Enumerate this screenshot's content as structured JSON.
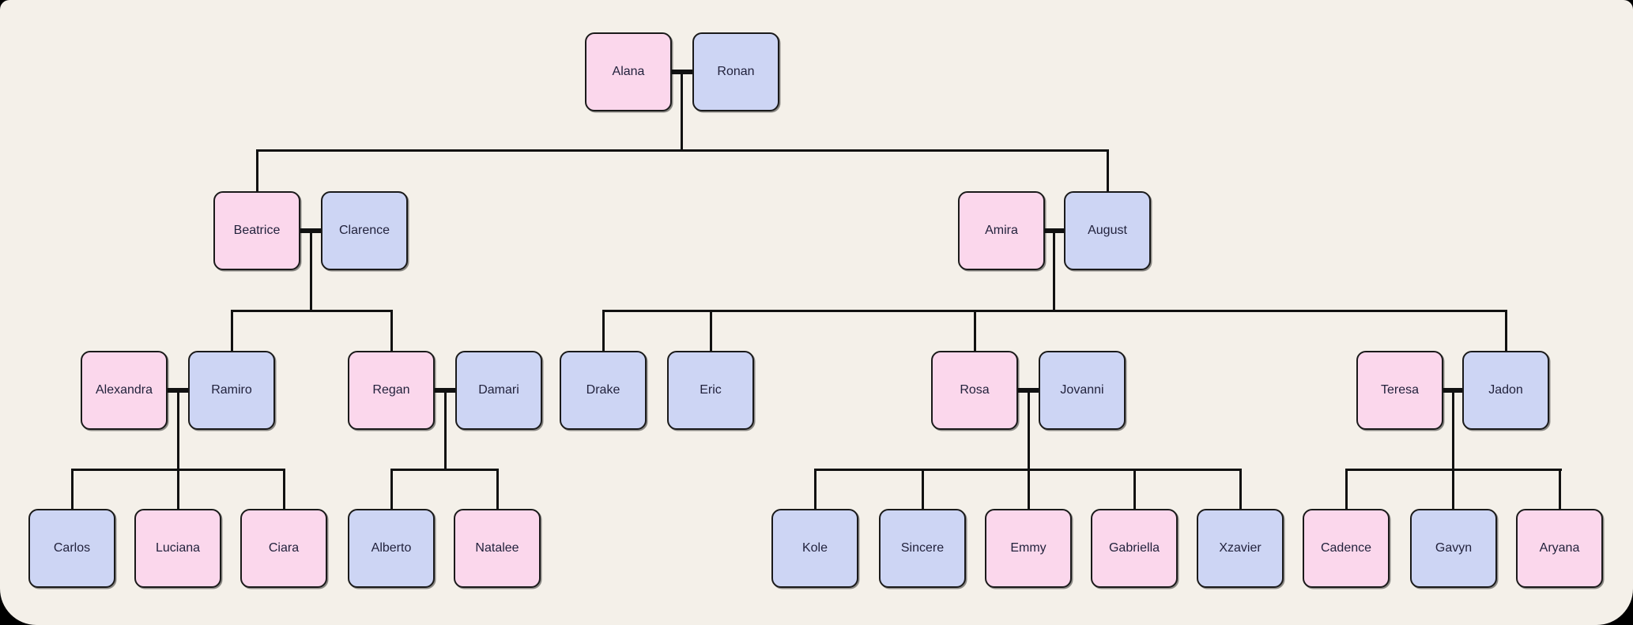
{
  "diagram": {
    "type": "family-tree",
    "canvas_background": "#F4F0E9",
    "outer_background": "#000000",
    "female_node_color": "#FBD7EC",
    "male_node_color": "#CDD5F4",
    "node_border_color": "#1A1A1A",
    "connector_color": "#111111",
    "text_color": "#22223C"
  },
  "people": {
    "alana": {
      "name": "Alana",
      "gender": "female",
      "generation": 1
    },
    "ronan": {
      "name": "Ronan",
      "gender": "male",
      "generation": 1
    },
    "beatrice": {
      "name": "Beatrice",
      "gender": "female",
      "generation": 2
    },
    "clarence": {
      "name": "Clarence",
      "gender": "male",
      "generation": 2
    },
    "amira": {
      "name": "Amira",
      "gender": "female",
      "generation": 2
    },
    "august": {
      "name": "August",
      "gender": "male",
      "generation": 2
    },
    "alexandra": {
      "name": "Alexandra",
      "gender": "female",
      "generation": 3
    },
    "ramiro": {
      "name": "Ramiro",
      "gender": "male",
      "generation": 3
    },
    "regan": {
      "name": "Regan",
      "gender": "female",
      "generation": 3
    },
    "damari": {
      "name": "Damari",
      "gender": "male",
      "generation": 3
    },
    "drake": {
      "name": "Drake",
      "gender": "male",
      "generation": 3
    },
    "eric": {
      "name": "Eric",
      "gender": "male",
      "generation": 3
    },
    "rosa": {
      "name": "Rosa",
      "gender": "female",
      "generation": 3
    },
    "jovanni": {
      "name": "Jovanni",
      "gender": "male",
      "generation": 3
    },
    "teresa": {
      "name": "Teresa",
      "gender": "female",
      "generation": 3
    },
    "jadon": {
      "name": "Jadon",
      "gender": "male",
      "generation": 3
    },
    "carlos": {
      "name": "Carlos",
      "gender": "male",
      "generation": 4
    },
    "luciana": {
      "name": "Luciana",
      "gender": "female",
      "generation": 4
    },
    "ciara": {
      "name": "Ciara",
      "gender": "female",
      "generation": 4
    },
    "alberto": {
      "name": "Alberto",
      "gender": "male",
      "generation": 4
    },
    "natalee": {
      "name": "Natalee",
      "gender": "female",
      "generation": 4
    },
    "kole": {
      "name": "Kole",
      "gender": "male",
      "generation": 4
    },
    "sincere": {
      "name": "Sincere",
      "gender": "male",
      "generation": 4
    },
    "emmy": {
      "name": "Emmy",
      "gender": "female",
      "generation": 4
    },
    "gabriella": {
      "name": "Gabriella",
      "gender": "female",
      "generation": 4
    },
    "xzavier": {
      "name": "Xzavier",
      "gender": "male",
      "generation": 4
    },
    "cadence": {
      "name": "Cadence",
      "gender": "female",
      "generation": 4
    },
    "gavyn": {
      "name": "Gavyn",
      "gender": "male",
      "generation": 4
    },
    "aryana": {
      "name": "Aryana",
      "gender": "female",
      "generation": 4
    }
  },
  "families": [
    {
      "parents": [
        "Alana",
        "Ronan"
      ],
      "children": [
        "Beatrice",
        "August"
      ]
    },
    {
      "parents": [
        "Beatrice",
        "Clarence"
      ],
      "children": [
        "Ramiro",
        "Regan"
      ]
    },
    {
      "parents": [
        "Amira",
        "August"
      ],
      "children": [
        "Drake",
        "Eric",
        "Rosa",
        "Jadon"
      ]
    },
    {
      "parents": [
        "Alexandra",
        "Ramiro"
      ],
      "children": [
        "Carlos",
        "Luciana",
        "Ciara"
      ]
    },
    {
      "parents": [
        "Regan",
        "Damari"
      ],
      "children": [
        "Alberto",
        "Natalee"
      ]
    },
    {
      "parents": [
        "Rosa",
        "Jovanni"
      ],
      "children": [
        "Kole",
        "Sincere",
        "Emmy",
        "Gabriella",
        "Xzavier"
      ]
    },
    {
      "parents": [
        "Teresa",
        "Jadon"
      ],
      "children": [
        "Cadence",
        "Gavyn",
        "Aryana"
      ]
    }
  ]
}
